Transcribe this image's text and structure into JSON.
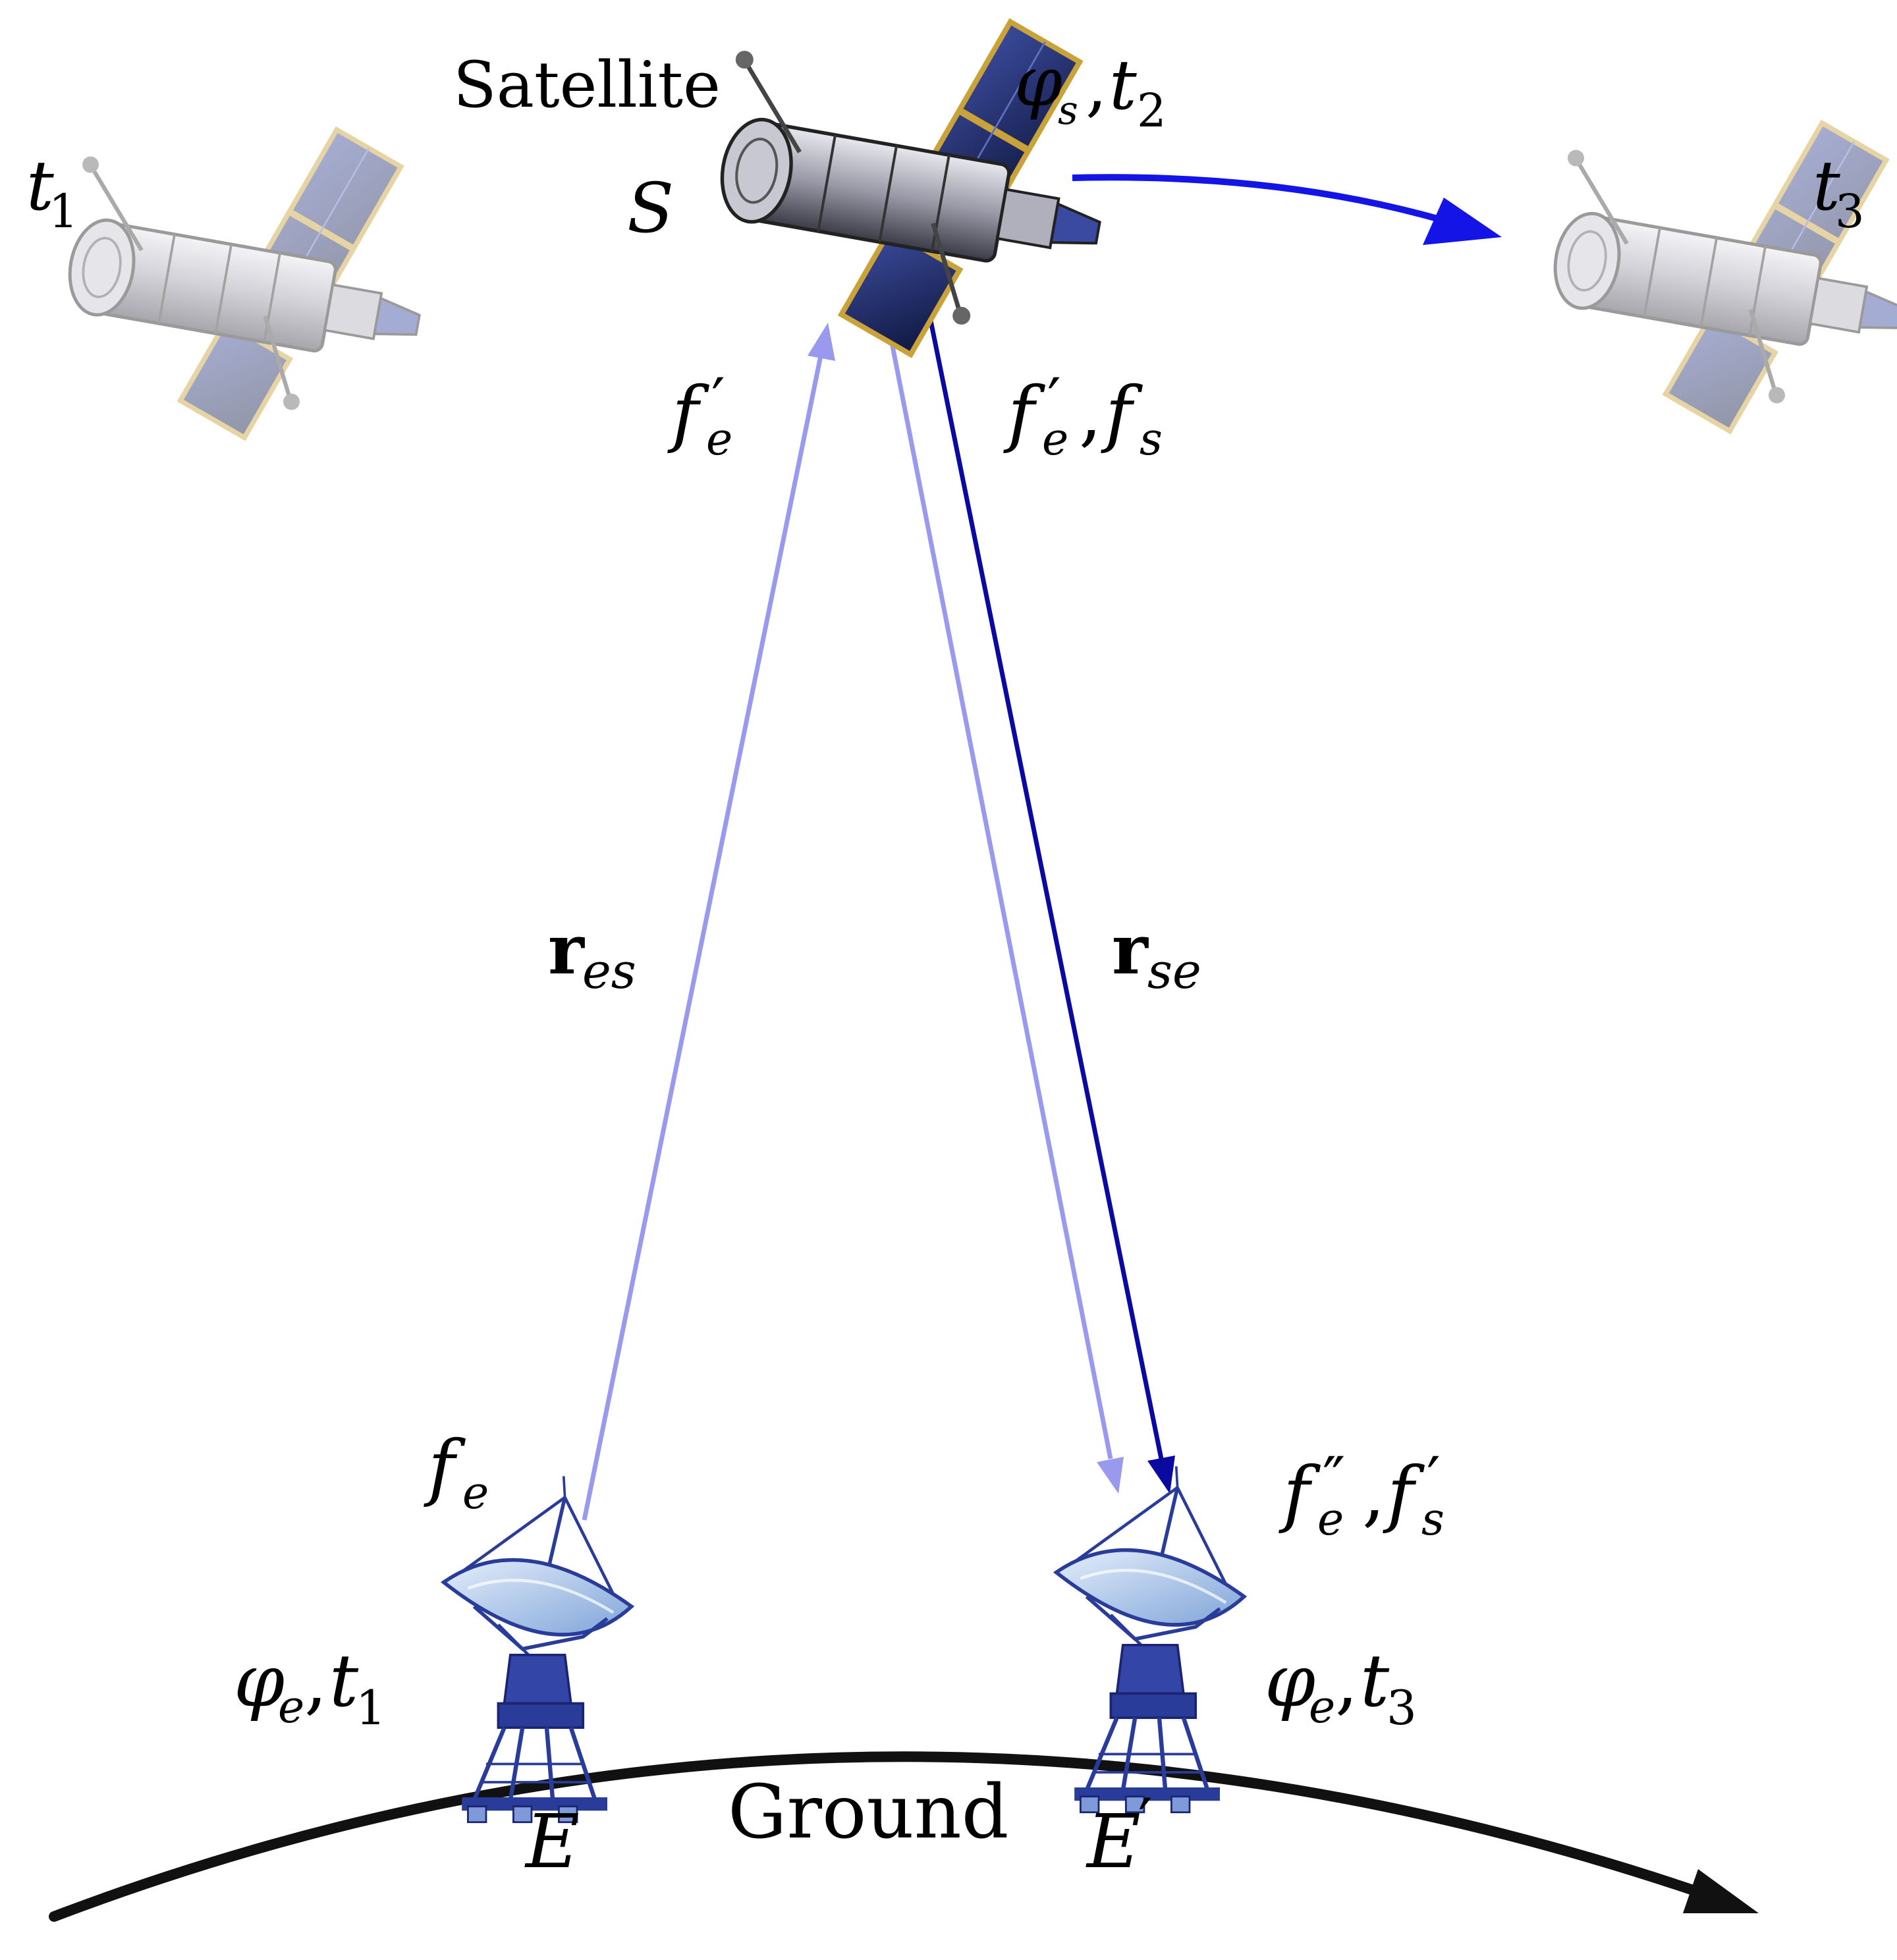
{
  "labels": {
    "satellite_word": "Satellite",
    "satellite_point": "S",
    "phi": "φ",
    "sub_s": "s",
    "sub_e": "e",
    "comma": ",",
    "t": "t",
    "one": "1",
    "two": "2",
    "three": "3",
    "f": "f",
    "prime": "′",
    "dprime": "″",
    "r": "r",
    "es": "es",
    "se": "se",
    "ground": "Ground",
    "E": "E"
  },
  "colors": {
    "uplink_light": "#9999ee",
    "downlink_dark": "#0a0aa0",
    "orbit_arrow": "#1414e6",
    "ground_line": "#111111",
    "antenna": "#2a3c9a",
    "antenna_dish": "#a9c4e8"
  },
  "icons": {
    "satellite": "satellite-icon",
    "antenna": "radio-dish-antenna-icon"
  }
}
